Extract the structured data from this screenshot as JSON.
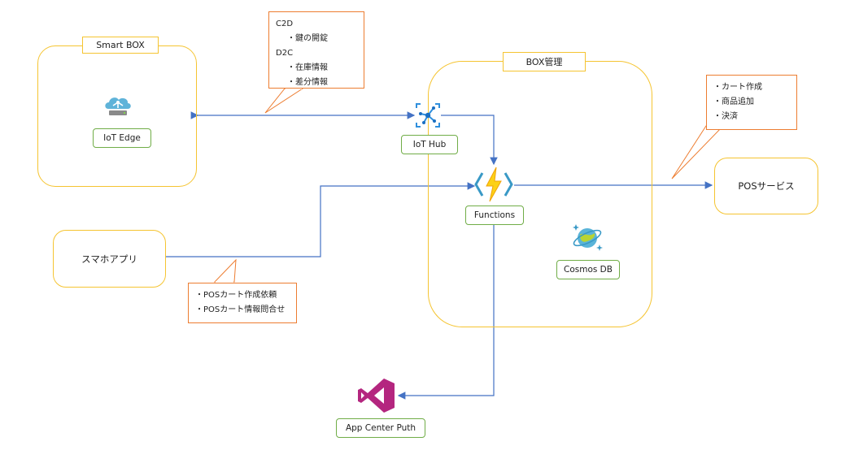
{
  "smart_box": {
    "title": "Smart BOX",
    "edge_label": "IoT Edge"
  },
  "box_kanri": {
    "title": "BOX管理",
    "iot_hub_label": "IoT Hub",
    "functions_label": "Functions",
    "cosmos_label": "Cosmos DB"
  },
  "callout_c2d": {
    "heading1": "C2D",
    "item1": "・鍵の開錠",
    "heading2": "D2C",
    "item2": "・在庫情報",
    "item3": "・差分情報"
  },
  "callout_pos": {
    "item1": "・カート作成",
    "item2": "・商品追加",
    "item3": "・決済"
  },
  "callout_app": {
    "item1": "・POSカート作成依頼",
    "item2": "・POSカート情報問合せ"
  },
  "pos_service": {
    "label": "POSサービス"
  },
  "smartphone_app": {
    "label": "スマホアプリ"
  },
  "app_center": {
    "label": "App Center Puth"
  },
  "colors": {
    "container_border": "#f5c431",
    "node_border": "#70ad47",
    "callout_border": "#ed7d31",
    "arrow": "#4472c4"
  }
}
